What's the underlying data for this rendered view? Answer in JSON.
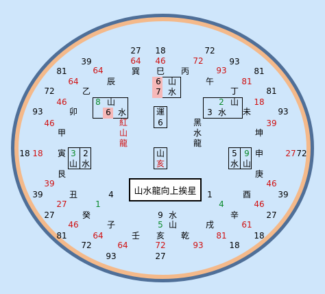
{
  "center_title": "山水龍向上挨星",
  "colors": {
    "background": "#cfe6fb",
    "ring_outer": "#4f6f98",
    "ring_inner": "#f4b98a",
    "red": "#d01010",
    "green": "#0a8a2a",
    "highlight": "#f6b8b8"
  },
  "outer_numbers": {
    "top": [
      "27",
      "64",
      "18",
      "46",
      "72",
      "72"
    ],
    "n1": "39",
    "n2": "64",
    "n3": "93",
    "n4": "93",
    "n5": "81",
    "n6": "64",
    "n7": "81",
    "n8": "81",
    "left": [
      "72",
      "46",
      "93",
      "46",
      "18",
      "18",
      "39"
    ],
    "right": [
      "81",
      "18",
      "93",
      "39",
      "72",
      "27",
      "46"
    ],
    "bottom": [
      "39",
      "27",
      "27",
      "46",
      "81",
      "64",
      "72",
      "64",
      "93",
      "72",
      "27",
      "93",
      "81",
      "18",
      "61",
      "27",
      "46",
      "18",
      "39"
    ]
  },
  "mountains": {
    "xun": "巽",
    "si": "巳",
    "bing": "丙",
    "chen": "辰",
    "wu": "午",
    "yi": "乙",
    "ding": "丁",
    "mao": "卯",
    "wei": "未",
    "jia": "甲",
    "kun": "坤",
    "yin": "寅",
    "shen": "申",
    "gen": "艮",
    "geng": "庚",
    "chou": "丑",
    "you": "酉",
    "gui": "癸",
    "xin": "辛",
    "zi": "子",
    "xu": "戌",
    "ren": "壬",
    "hai": "亥",
    "qian": "乾"
  },
  "labels": {
    "red_dragon": [
      "紅",
      "山",
      "龍"
    ],
    "black_dragon": [
      "黑",
      "水",
      "龍"
    ],
    "center_top": "運",
    "center_six": "6",
    "center_shan": "山",
    "center_hai": "亥"
  },
  "inner": {
    "top_cell": {
      "a": "6",
      "b": "山",
      "c": "7",
      "d": "水"
    },
    "left_cell": {
      "a": "8",
      "b": "山",
      "c": "6",
      "d": "水"
    },
    "right_cell": {
      "a": "2",
      "b": "山",
      "c": "3",
      "d": "水"
    },
    "west_cell": {
      "a": "3",
      "b": "2",
      "c": "山",
      "d": "水"
    },
    "east_cell": {
      "a": "5",
      "b": "9",
      "c": "水",
      "d": "山"
    },
    "mid_numbers": {
      "n4": "4",
      "n1": "1",
      "g1": "1",
      "g4": "4",
      "g5": "5"
    },
    "bottom_center": {
      "nine": "9",
      "water": "水",
      "five": "5",
      "mountain": "山"
    }
  }
}
